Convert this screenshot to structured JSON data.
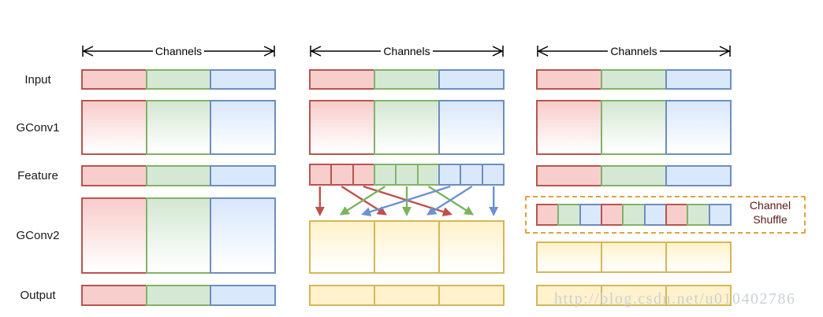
{
  "labels": {
    "channels": "Channels"
  },
  "row_labels": {
    "input": "Input",
    "gconv1": "GConv1",
    "feature": "Feature",
    "gconv2": "GConv2",
    "output": "Output"
  },
  "panels": {
    "left": {
      "description": "two stacked group convolutions, no cross-group information flow",
      "channel_groups": [
        "red",
        "green",
        "blue"
      ],
      "gconv2_groups": [
        "red",
        "green",
        "blue"
      ],
      "output_groups": [
        "red",
        "green",
        "blue"
      ]
    },
    "middle": {
      "description": "feature channels fully related via crossing arrows into GConv2",
      "channel_groups": [
        "red",
        "green",
        "blue"
      ],
      "gconv2_groups": [
        "yellow",
        "yellow",
        "yellow"
      ],
      "output_groups": [
        "yellow",
        "yellow",
        "yellow"
      ]
    },
    "right": {
      "description": "equivalent implementation using channel shuffle operation",
      "channel_groups": [
        "red",
        "green",
        "blue"
      ],
      "gconv2_groups": [
        "yellow",
        "yellow",
        "yellow"
      ],
      "output_groups": [
        "yellow",
        "yellow",
        "yellow"
      ]
    }
  },
  "middle_panel": {
    "feature_cells": [
      "red",
      "red",
      "red",
      "green",
      "green",
      "green",
      "blue",
      "blue",
      "blue"
    ]
  },
  "right_panel": {
    "shuffle_cells": [
      "red",
      "green",
      "blue",
      "red",
      "green",
      "blue",
      "red",
      "green",
      "blue"
    ]
  },
  "shuffle": {
    "label": "Channel Shuffle",
    "arrows": [
      {
        "from": 0,
        "to": 0,
        "color": "red"
      },
      {
        "from": 1,
        "to": 3,
        "color": "red"
      },
      {
        "from": 2,
        "to": 6,
        "color": "red"
      },
      {
        "from": 3,
        "to": 1,
        "color": "green"
      },
      {
        "from": 4,
        "to": 4,
        "color": "green"
      },
      {
        "from": 5,
        "to": 7,
        "color": "green"
      },
      {
        "from": 6,
        "to": 2,
        "color": "blue"
      },
      {
        "from": 7,
        "to": 5,
        "color": "blue"
      },
      {
        "from": 8,
        "to": 8,
        "color": "blue"
      }
    ]
  },
  "watermark": {
    "text": "http://blog.csdn.net/u010402786"
  },
  "colors": {
    "red_fill": "#f8cecc",
    "red_stroke": "#b85450",
    "green_fill": "#d5e8d4",
    "green_stroke": "#82b366",
    "blue_fill": "#dae8fc",
    "blue_stroke": "#6c8ebf",
    "yellow_fill": "#fff2cc",
    "yellow_stroke": "#d6b656",
    "arrow_red": "#c0504d",
    "arrow_green": "#7ab55e",
    "arrow_blue": "#6b93d1",
    "dashed_box": "#e0a33e",
    "shuffle_text": "#5b1a16",
    "watermark": "#cbd1d5"
  }
}
